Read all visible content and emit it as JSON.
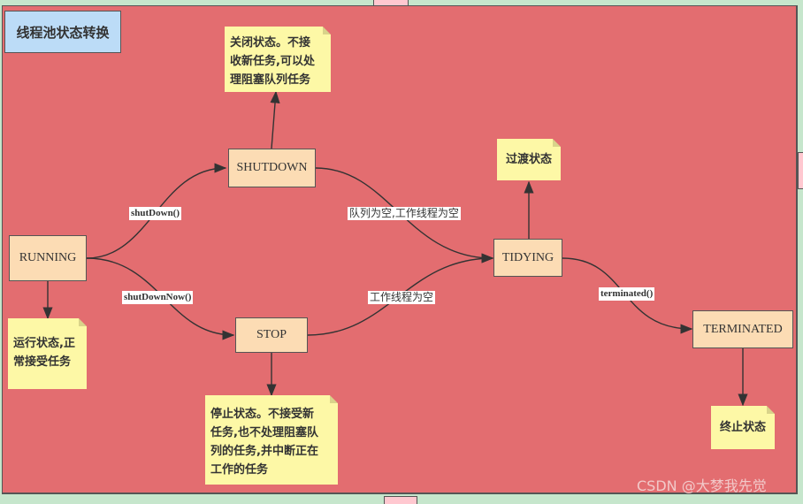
{
  "diagram": {
    "title": "线程池状态转换",
    "states": {
      "running": "RUNNING",
      "shutdown": "SHUTDOWN",
      "stop": "STOP",
      "tidying": "TIDYING",
      "terminated": "TERMINATED"
    },
    "notes": {
      "running": "运行状态,正常接受任务",
      "shutdown": "关闭状态。不接收新任务,可以处理阻塞队列任务",
      "stop": "停止状态。不接受新任务,也不处理阻塞队列的任务,并中断正在工作的任务",
      "tidying": "过渡状态",
      "terminated": "终止状态"
    },
    "note_lines": {
      "running": [
        "运行状态,正",
        "常接受任务"
      ],
      "shutdown": [
        "关闭状态。不接",
        "收新任务,可以处",
        "理阻塞队列任务"
      ],
      "stop": [
        "停止状态。不接受新",
        "任务,也不处理阻塞队",
        "列的任务,并中断正在",
        "工作的任务"
      ]
    },
    "edge_labels": {
      "running_to_shutdown": "shutDown()",
      "running_to_stop": "shutDownNow()",
      "shutdown_to_tidying": "队列为空,工作线程为空",
      "stop_to_tidying": "工作线程为空",
      "tidying_to_terminated": "terminated()"
    },
    "watermark": "CSDN @大梦我先觉",
    "colors": {
      "canvas": "#e36d70",
      "state_fill": "#fcdcb4",
      "note_fill": "#fdf8a6",
      "title_fill": "#bcdcf7",
      "background": "#c6e6cc"
    }
  }
}
